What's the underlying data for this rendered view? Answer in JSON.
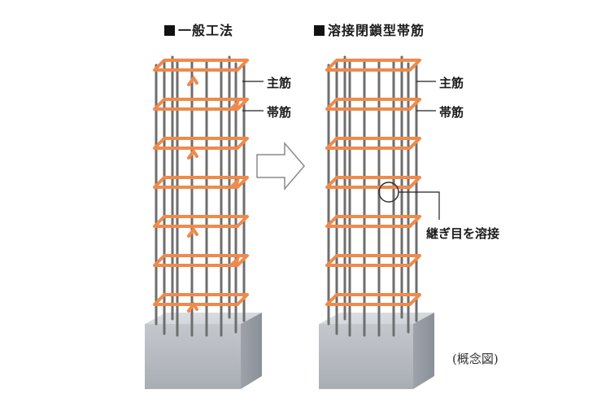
{
  "left_column": {
    "heading": "一般工法",
    "labels": {
      "main_bar": "主筋",
      "hoop": "帯筋"
    }
  },
  "right_column": {
    "heading": "溶接閉鎖型帯筋",
    "labels": {
      "main_bar": "主筋",
      "hoop": "帯筋",
      "weld": "継ぎ目を溶接"
    }
  },
  "caption": "(概念図)",
  "colors": {
    "hoop": "#f08a4b",
    "rebar": "#6e6e6e",
    "concrete": "#c9ccd1"
  }
}
